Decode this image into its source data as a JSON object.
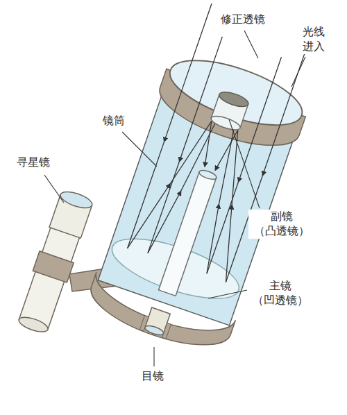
{
  "diagram": {
    "labels": [
      "修正透镜",
      "光线 进入",
      "镜筒",
      "寻星镜",
      "副镜 （凸透镜）",
      "主镜 （凹透镜）",
      "目镜"
    ]
  }
}
